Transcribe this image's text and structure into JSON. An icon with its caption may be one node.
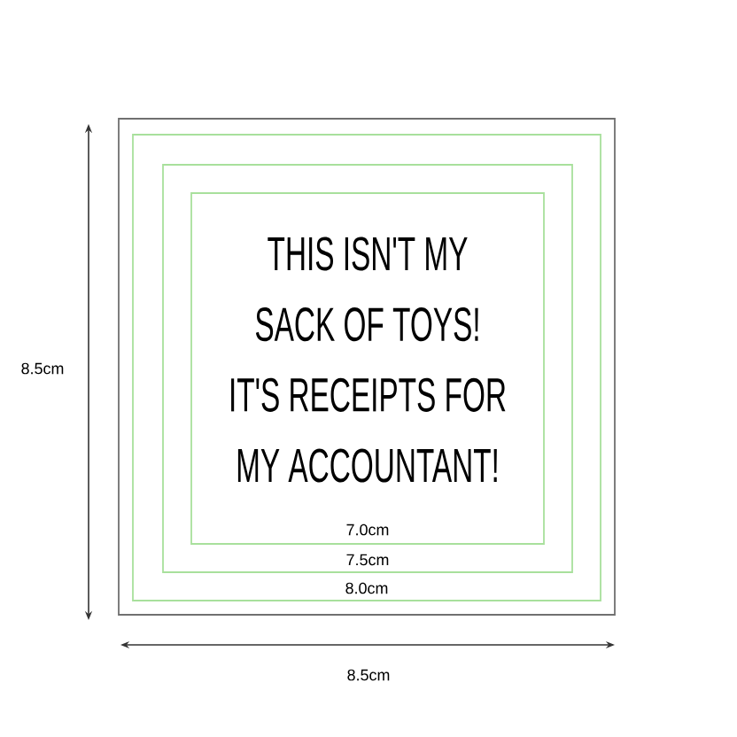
{
  "diagram": {
    "nodes": [
      {
        "text": [],
        "shape": "box"
      },
      {
        "text": [
          "8.0cm"
        ],
        "in": 0
      },
      {
        "text": [
          "7.5cm"
        ],
        "in": 1
      },
      {
        "text": [
          "THIS ISN'T MY SACK OF TOYS! IT'S RECEIPTS FOR MY ACCOUNTANT!",
          "7.0cm"
        ],
        "in": 2
      }
    ],
    "labels": [
      "8.5cm",
      "8.5cm"
    ]
  }
}
